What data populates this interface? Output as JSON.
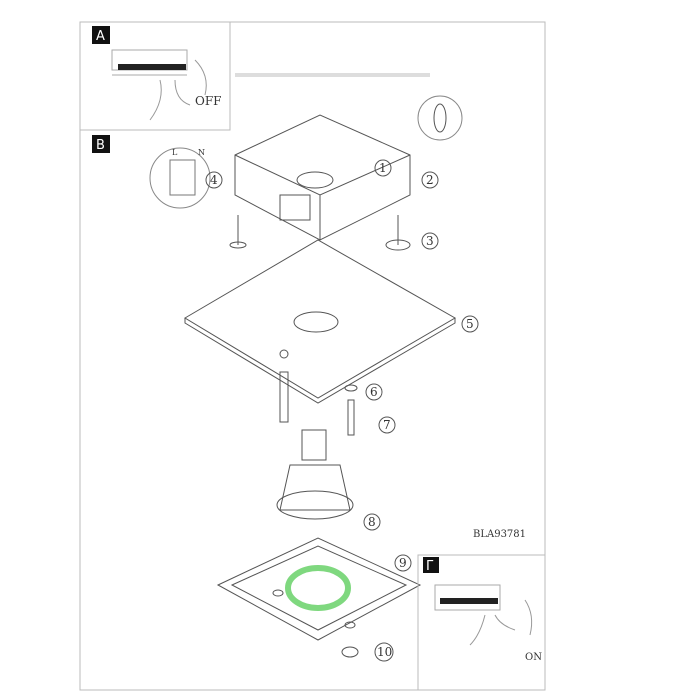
{
  "panels": {
    "a_label": "A",
    "b_label": "B",
    "c_label": "Γ",
    "off_label": "OFF",
    "on_label": "ON"
  },
  "wiring": {
    "l_label": "L",
    "n_label": "N"
  },
  "code": "BLA93781",
  "steps": [
    "1",
    "2",
    "3",
    "4",
    "5",
    "6",
    "7",
    "8",
    "9",
    "10"
  ],
  "colors": {
    "line": "#555555",
    "panel_fill": "#111111",
    "ring": "#7fd87f"
  }
}
